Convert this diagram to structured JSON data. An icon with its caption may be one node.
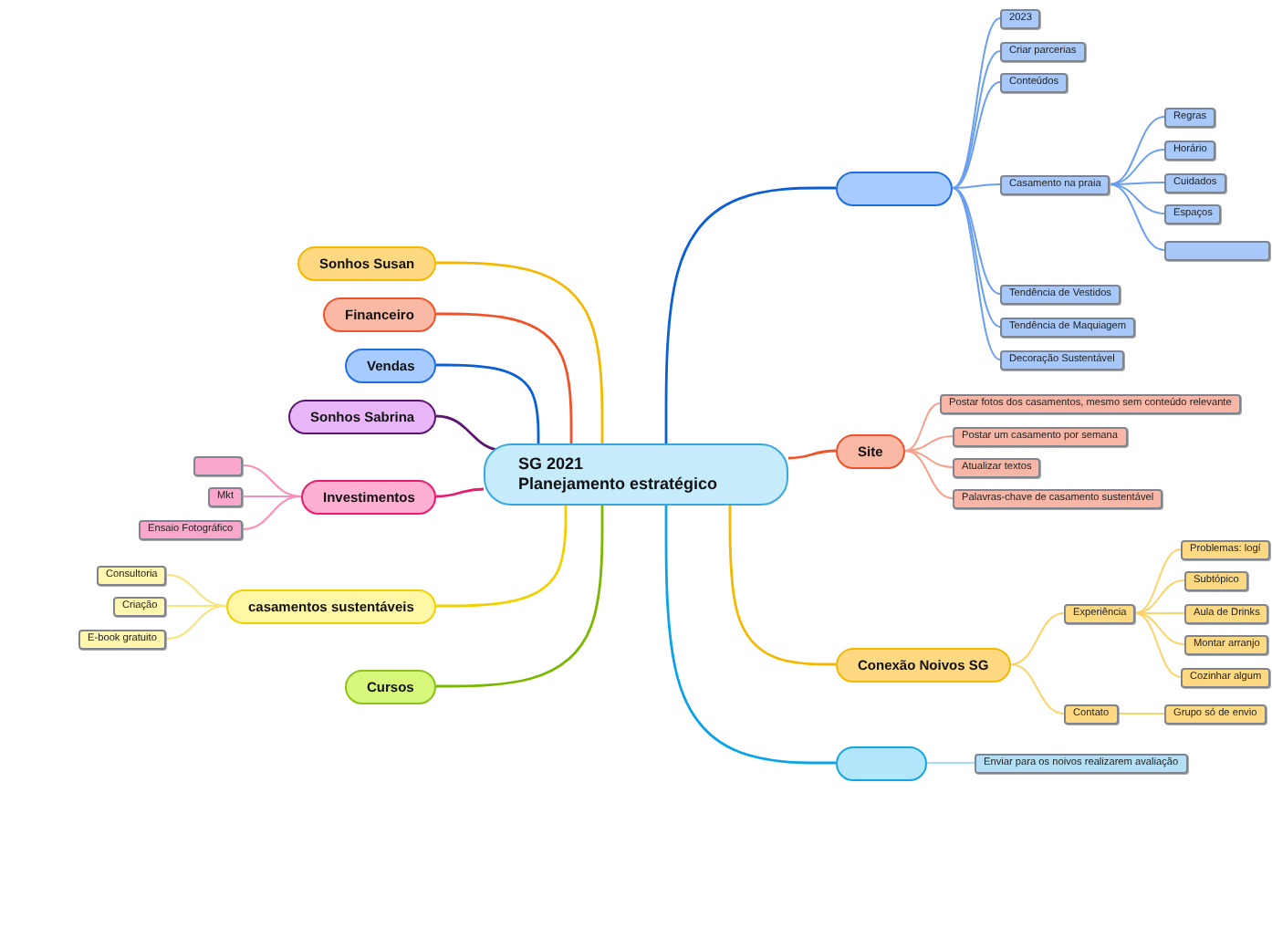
{
  "diagram": {
    "nodes": [
      {
        "text": [
          "SG 2021",
          "Planejamento estratégico"
        ]
      },
      {
        "text": [
          "Sonhos Susan"
        ]
      },
      {
        "text": [
          "Financeiro"
        ]
      },
      {
        "text": [
          "Vendas"
        ]
      },
      {
        "text": [
          "Sonhos Sabrina"
        ]
      },
      {
        "text": [
          "Investimentos"
        ]
      },
      {
        "text": [],
        "shape": "box"
      },
      {
        "text": [
          "Mkt"
        ]
      },
      {
        "text": [
          "Ensaio Fotográfico"
        ]
      },
      {
        "text": [
          "casamentos sustentáveis"
        ]
      },
      {
        "text": [
          "Consultoria"
        ]
      },
      {
        "text": [
          "Criação"
        ]
      },
      {
        "text": [
          "E-book gratuito"
        ]
      },
      {
        "text": [
          "Cursos"
        ]
      },
      {
        "text": [],
        "shape": "box"
      },
      {
        "text": [
          "2023"
        ]
      },
      {
        "text": [
          "Criar parcerias"
        ]
      },
      {
        "text": [
          "Conteúdos"
        ]
      },
      {
        "text": [
          "Casamento na praia"
        ]
      },
      {
        "text": [
          "Regras"
        ]
      },
      {
        "text": [
          "Horário"
        ]
      },
      {
        "text": [
          "Cuidados"
        ]
      },
      {
        "text": [
          "Espaços"
        ]
      },
      {
        "text": [],
        "shape": "box"
      },
      {
        "text": [
          "Tendência de Vestidos"
        ]
      },
      {
        "text": [
          "Tendência de Maquiagem"
        ]
      },
      {
        "text": [
          "Decoração Sustentável"
        ]
      },
      {
        "text": [
          "Site"
        ]
      },
      {
        "text": [
          "Postar fotos dos casamentos, mesmo sem conteúdo relevante"
        ]
      },
      {
        "text": [
          "Postar um casamento por semana"
        ]
      },
      {
        "text": [
          "Atualizar textos"
        ]
      },
      {
        "text": [
          "Palavras-chave de casamento sustentável"
        ]
      },
      {
        "text": [
          "Conexão Noivos SG"
        ]
      },
      {
        "text": [
          "Experiência"
        ]
      },
      {
        "text": [
          "Problemas: logí"
        ]
      },
      {
        "text": [
          "Subtópico"
        ]
      },
      {
        "text": [
          "Aula de Drinks"
        ]
      },
      {
        "text": [
          "Montar arranjo"
        ]
      },
      {
        "text": [
          "Cozinhar algum"
        ]
      },
      {
        "text": [
          "Contato"
        ]
      },
      {
        "text": [
          "Grupo só de envio"
        ]
      },
      {
        "text": [],
        "shape": "box"
      },
      {
        "text": [
          "Enviar para os noivos realizarem avaliação"
        ]
      }
    ],
    "edges": [
      {
        "from": 0,
        "to": 1,
        "arrow": "none",
        "color": "#f5b800"
      },
      {
        "from": 0,
        "to": 2,
        "arrow": "none",
        "color": "#f0522a"
      },
      {
        "from": 0,
        "to": 3,
        "arrow": "none",
        "color": "#0a5fd6"
      },
      {
        "from": 0,
        "to": 4,
        "arrow": "none",
        "color": "#5b1570"
      },
      {
        "from": 0,
        "to": 5,
        "arrow": "none",
        "color": "#ec1a6e"
      },
      {
        "from": 5,
        "to": 6,
        "arrow": "none",
        "color": "#f78fbb"
      },
      {
        "from": 5,
        "to": 7,
        "arrow": "none",
        "color": "#f78fbb"
      },
      {
        "from": 5,
        "to": 8,
        "arrow": "none",
        "color": "#f78fbb"
      },
      {
        "from": 0,
        "to": 9,
        "arrow": "none",
        "color": "#f0d000"
      },
      {
        "from": 9,
        "to": 10,
        "arrow": "none",
        "color": "#f8e47a"
      },
      {
        "from": 9,
        "to": 11,
        "arrow": "none",
        "color": "#f8e47a"
      },
      {
        "from": 9,
        "to": 12,
        "arrow": "none",
        "color": "#f8e47a"
      },
      {
        "from": 0,
        "to": 13,
        "arrow": "none",
        "color": "#7ab800"
      },
      {
        "from": 0,
        "to": 14,
        "arrow": "none",
        "color": "#0a5fd6"
      },
      {
        "from": 14,
        "to": 15,
        "arrow": "none"
      },
      {
        "from": 14,
        "to": 16,
        "arrow": "none"
      },
      {
        "from": 14,
        "to": 17,
        "arrow": "none"
      },
      {
        "from": 14,
        "to": 18,
        "arrow": "none"
      },
      {
        "from": 14,
        "to": 24,
        "arrow": "none"
      },
      {
        "from": 14,
        "to": 25,
        "arrow": "none"
      },
      {
        "from": 14,
        "to": 26,
        "arrow": "none"
      },
      {
        "from": 18,
        "to": 19,
        "arrow": "none"
      },
      {
        "from": 18,
        "to": 20,
        "arrow": "none"
      },
      {
        "from": 18,
        "to": 21,
        "arrow": "none"
      },
      {
        "from": 18,
        "to": 22,
        "arrow": "none"
      },
      {
        "from": 18,
        "to": 23,
        "arrow": "none"
      },
      {
        "from": 0,
        "to": 27,
        "arrow": "none",
        "color": "#f0522a"
      },
      {
        "from": 27,
        "to": 28,
        "arrow": "none",
        "color": "#f9a08a"
      },
      {
        "from": 27,
        "to": 29,
        "arrow": "none",
        "color": "#f9a08a"
      },
      {
        "from": 27,
        "to": 30,
        "arrow": "none",
        "color": "#f9a08a"
      },
      {
        "from": 27,
        "to": 31,
        "arrow": "none",
        "color": "#f9a08a"
      },
      {
        "from": 0,
        "to": 32,
        "arrow": "none",
        "color": "#f5b800"
      },
      {
        "from": 32,
        "to": 33,
        "arrow": "none",
        "color": "#fcd36a"
      },
      {
        "from": 33,
        "to": 34,
        "arrow": "none",
        "color": "#fcd36a"
      },
      {
        "from": 33,
        "to": 35,
        "arrow": "none",
        "color": "#fcd36a"
      },
      {
        "from": 33,
        "to": 36,
        "arrow": "none",
        "color": "#fcd36a"
      },
      {
        "from": 33,
        "to": 37,
        "arrow": "none",
        "color": "#fcd36a"
      },
      {
        "from": 33,
        "to": 38,
        "arrow": "none",
        "color": "#fcd36a"
      },
      {
        "from": 32,
        "to": 39,
        "arrow": "none",
        "color": "#fcd36a"
      },
      {
        "from": 39,
        "to": 40,
        "arrow": "none",
        "color": "#fcd36a"
      },
      {
        "from": 0,
        "to": 41,
        "arrow": "none",
        "color": "#0aa3e8"
      },
      {
        "from": 41,
        "to": 42,
        "arrow": "none",
        "color": "#a7dcf6"
      }
    ]
  }
}
